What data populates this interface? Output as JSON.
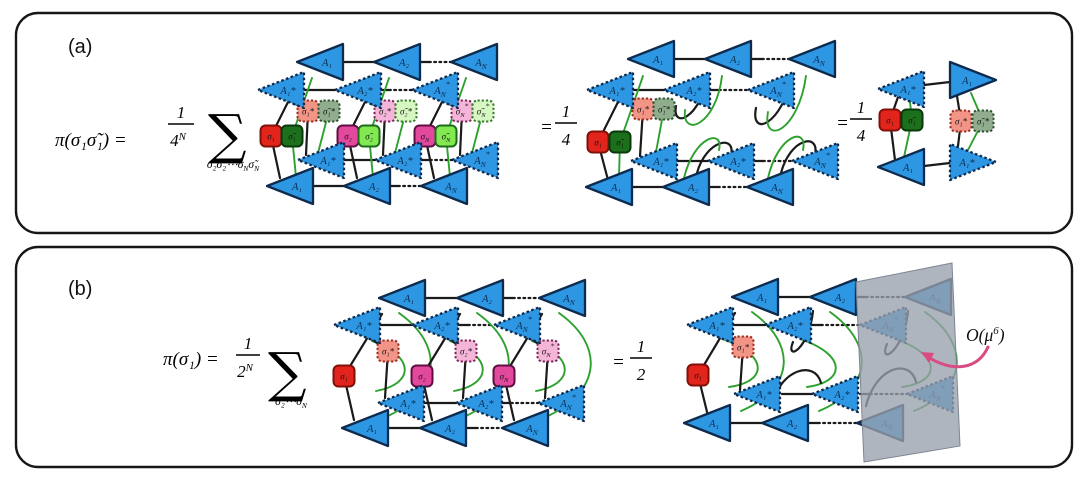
{
  "pa": {
    "tag": "(a)",
    "lhs": "π(σ₁σ̃₁) =",
    "num": "1",
    "den": "4",
    "exp": "N",
    "sum": "∑",
    "sub_pre": "σ₂σ̃₂⋯σ",
    "sub_n1": "N",
    "sub_mid": "σ̃",
    "sub_n2": "N",
    "eq2": "=",
    "eq2n": "1",
    "eq2d": "4",
    "eq3": "=",
    "eq3n": "1",
    "eq3d": "4"
  },
  "pb": {
    "tag": "(b)",
    "lhs": "π(σ₁) =",
    "num": "1",
    "den": "2",
    "exp": "N",
    "sum": "∑",
    "sub_pre": "σ₂⋯σ",
    "sub_n": "N",
    "eq2": "=",
    "eq2n": "1",
    "eq2d": "2",
    "order_base": "O(μ",
    "order_exp": "6",
    "order_close": ")"
  },
  "lbl": {
    "A1": "A₁",
    "A2": "A₂",
    "A1s": "A₁*",
    "A2s": "A₂*",
    "A": "A",
    "N": "N",
    "star": "*",
    "s1": "σ₁",
    "s1t": "σ̃₁",
    "s2": "σ₂",
    "s2t": "σ̃₂",
    "s1s": "σ₁*",
    "s1ts": "σ̃₁*",
    "s2s": "σ₂*",
    "s2ts": "σ̃₂*",
    "sig": "σ",
    "sigt": "σ̃"
  },
  "colors": {
    "triangle_blue": "#2e97e3",
    "wire_green": "#2da12d",
    "sigma_red": "#e3241c",
    "sigma_tilde_dark_green": "#1c701c",
    "sigma_magenta": "#e2499c",
    "sigma_tilde_light_green": "#82ea50",
    "sigma_star_salmon": "#f29486",
    "sigma_tilde_star_sage": "#90ad8e",
    "sigma_star_pink": "#f4b5d8",
    "sigma_tilde_star_pale_green": "#d6f6c2",
    "plane_gray": "#98a0ac",
    "arrow_pink": "#d94b82"
  }
}
